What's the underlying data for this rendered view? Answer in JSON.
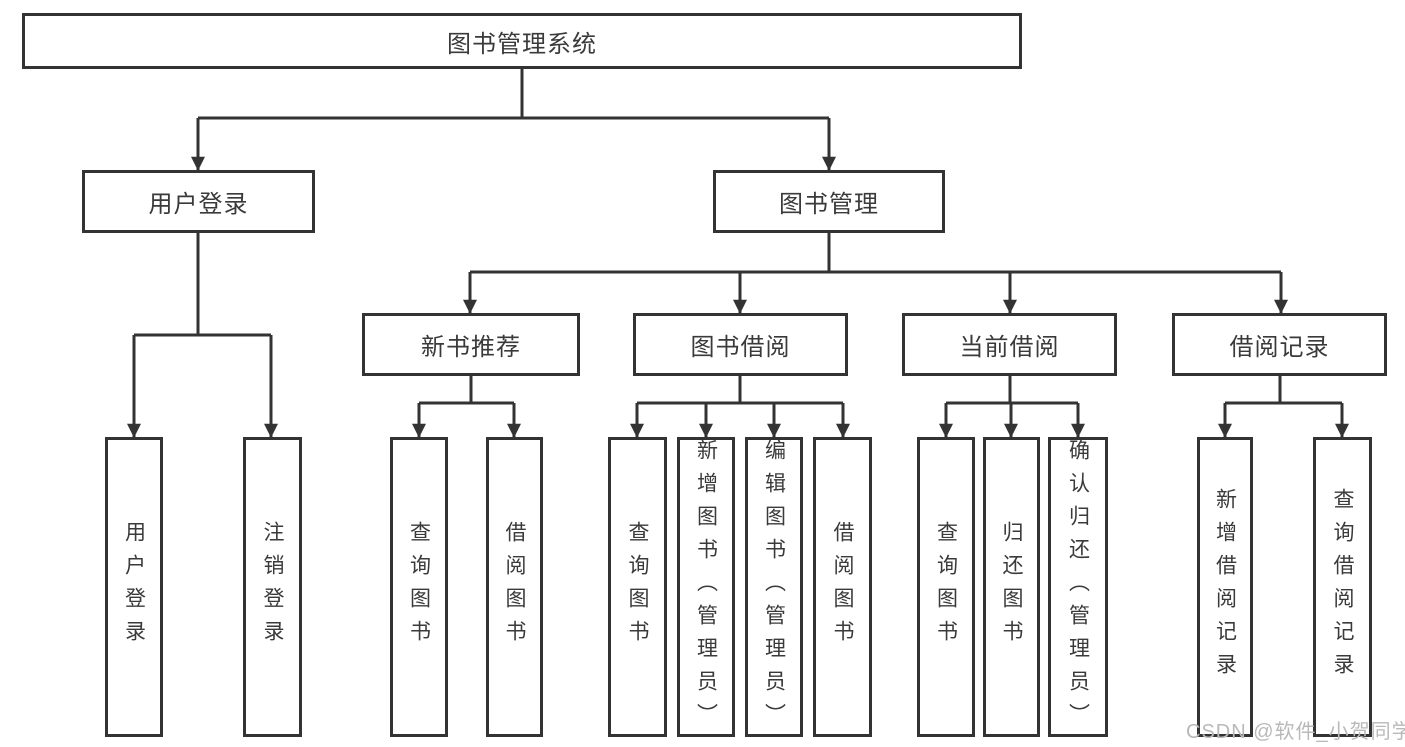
{
  "tree": {
    "root": {
      "label": "图书管理系统"
    },
    "level2": [
      {
        "label": "用户登录"
      },
      {
        "label": "图书管理"
      }
    ],
    "level3": [
      {
        "label": "新书推荐"
      },
      {
        "label": "图书借阅"
      },
      {
        "label": "当前借阅"
      },
      {
        "label": "借阅记录"
      }
    ],
    "leaves": {
      "user_login": [
        "用户登录",
        "注销登录"
      ],
      "new_book_recommend": [
        "查询图书",
        "借阅图书"
      ],
      "book_borrow": [
        "查询图书",
        "新增图书（管理员）",
        "编辑图书（管理员）",
        "借阅图书"
      ],
      "current_borrow": [
        "查询图书",
        "归还图书",
        "确认归还（管理员）"
      ],
      "borrow_record": [
        "新增借阅记录",
        "查询借阅记录"
      ]
    }
  },
  "watermark": {
    "text": "CSDN @软件_小贺同学"
  },
  "colors": {
    "line": "#333333",
    "box_border": "#333333",
    "text": "#3a3a3a",
    "watermark": "#b9b9b9",
    "background": "#ffffff"
  }
}
